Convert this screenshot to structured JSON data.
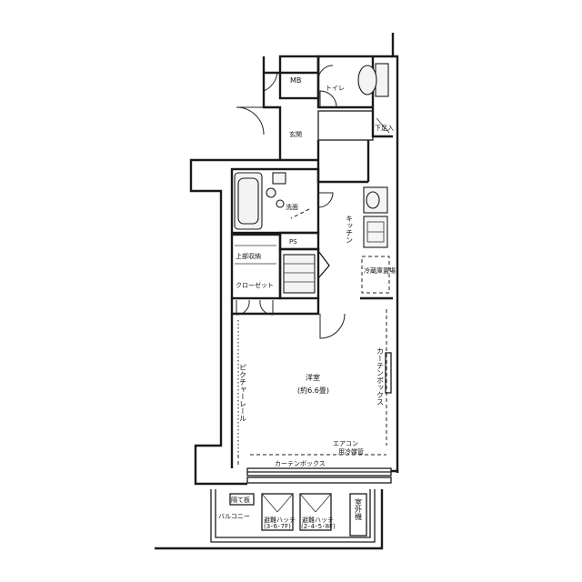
{
  "rooms": {
    "mb": "MB",
    "toilet": "トイレ",
    "shoe_box": "下足入",
    "entrance": "玄関",
    "washroom": "洗面",
    "ps": "PS",
    "kitchen": "キッチン",
    "storage_upper": "上部収納",
    "closet": "クローゼット",
    "fridge": "冷蔵庫置場",
    "western_room": "洋室",
    "western_room_size": "(約6.6畳)",
    "picture_rail": "ピクチャーレール",
    "curtain_box_side": "カーテンボックス",
    "curtain_box_bottom": "カーテンボックス",
    "aircon": "エアコン",
    "aircon_sub": "用冷媒管",
    "rescue_hatch_left": "避難ハッチ",
    "rescue_hatch_left_floors": "(3･6･7F)",
    "rescue_hatch_right": "避難ハッチ",
    "rescue_hatch_right_floors": "(2･4･5･8F)",
    "balcony": "バルコニー",
    "partition_left": "隔て板",
    "partition_right": "室外機"
  }
}
